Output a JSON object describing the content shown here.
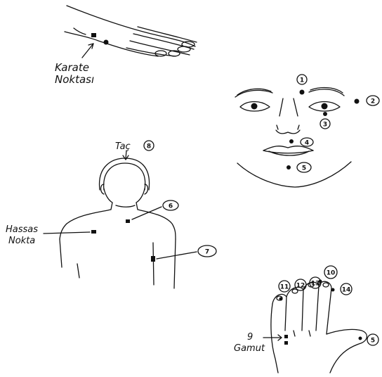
{
  "labels": {
    "karate_line1": "Karate",
    "karate_line2": "Noktası",
    "tac": "Taç",
    "hassas_line1": "Hassas",
    "hassas_line2": "Nokta",
    "gamut_num": "9",
    "gamut_word": "Gamut"
  },
  "point_numbers": {
    "p1": "1",
    "p2": "2",
    "p3": "3",
    "p4": "4",
    "p5": "5",
    "p6": "6",
    "p7": "7",
    "p8": "8",
    "p10": "10",
    "p11": "11",
    "p12": "12",
    "p13": "13",
    "p14": "14",
    "p15": "5"
  }
}
